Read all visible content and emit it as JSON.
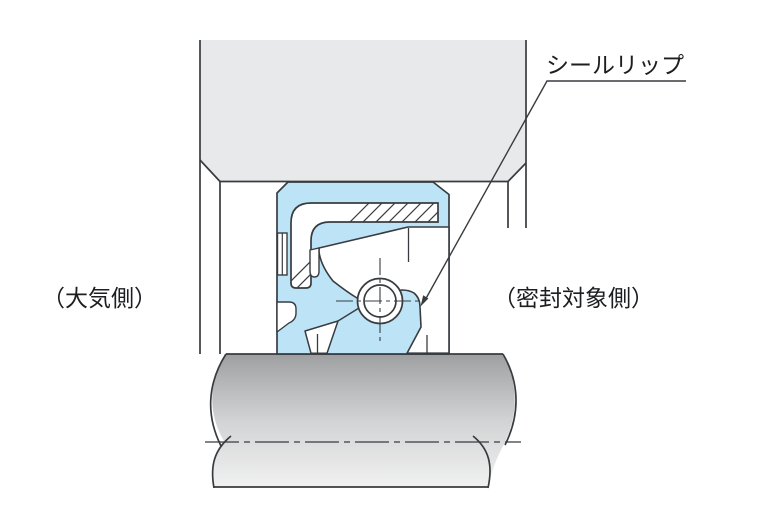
{
  "diagram": {
    "title_hint": "oil-seal-cross-section",
    "callout_label": "シールリップ",
    "left_side_label": "（大気側）",
    "right_side_label": "（密封対象側）"
  },
  "colors": {
    "seal_rubber_fill": "#bce4f6",
    "housing_fill": "#e8e9ea",
    "outline": "#383c40",
    "shaft_gradient_top": "#9b9da0",
    "shaft_gradient_bottom": "#f1f1f1",
    "background": "#ffffff",
    "text": "#1c1e20"
  }
}
